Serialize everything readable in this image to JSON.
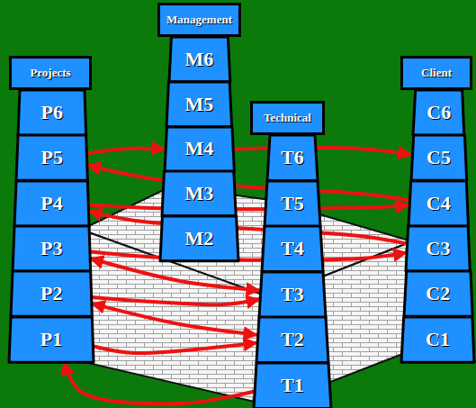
{
  "diagram": {
    "nodes": [
      {
        "text": [
          "Projects"
        ]
      },
      {
        "text": [
          "P6"
        ]
      },
      {
        "text": [
          "P5"
        ]
      },
      {
        "text": [
          "P4"
        ]
      },
      {
        "text": [
          "P3"
        ]
      },
      {
        "text": [
          "P2"
        ]
      },
      {
        "text": [
          "P1"
        ]
      },
      {
        "text": [
          "Management"
        ]
      },
      {
        "text": [
          "M6"
        ]
      },
      {
        "text": [
          "M5"
        ]
      },
      {
        "text": [
          "M4"
        ]
      },
      {
        "text": [
          "M3"
        ]
      },
      {
        "text": [
          "M2"
        ]
      },
      {
        "text": [
          "Technical"
        ]
      },
      {
        "text": [
          "T6"
        ]
      },
      {
        "text": [
          "T5"
        ]
      },
      {
        "text": [
          "T4"
        ]
      },
      {
        "text": [
          "T3"
        ]
      },
      {
        "text": [
          "T2"
        ]
      },
      {
        "text": [
          "T1"
        ]
      },
      {
        "text": [
          "Client"
        ]
      },
      {
        "text": [
          "C6"
        ]
      },
      {
        "text": [
          "C5"
        ]
      },
      {
        "text": [
          "C4"
        ]
      },
      {
        "text": [
          "C3"
        ]
      },
      {
        "text": [
          "C2"
        ]
      },
      {
        "text": [
          "C1"
        ]
      }
    ],
    "edges": [
      {
        "from": 19,
        "to": 6,
        "arrow": "to"
      },
      {
        "from": 6,
        "to": 18,
        "arrow": "to"
      },
      {
        "from": 18,
        "to": 5,
        "arrow": "both"
      },
      {
        "from": 5,
        "to": 17,
        "arrow": "to"
      },
      {
        "from": 17,
        "to": 4,
        "arrow": "both"
      },
      {
        "from": 4,
        "to": 24,
        "arrow": "to"
      },
      {
        "from": 24,
        "to": 3,
        "arrow": "to"
      },
      {
        "from": 3,
        "to": 23,
        "arrow": "to"
      },
      {
        "from": 23,
        "to": 2,
        "arrow": "to"
      },
      {
        "from": 2,
        "to": 10,
        "arrow": "to"
      },
      {
        "from": 10,
        "to": 22,
        "arrow": "to"
      }
    ]
  }
}
